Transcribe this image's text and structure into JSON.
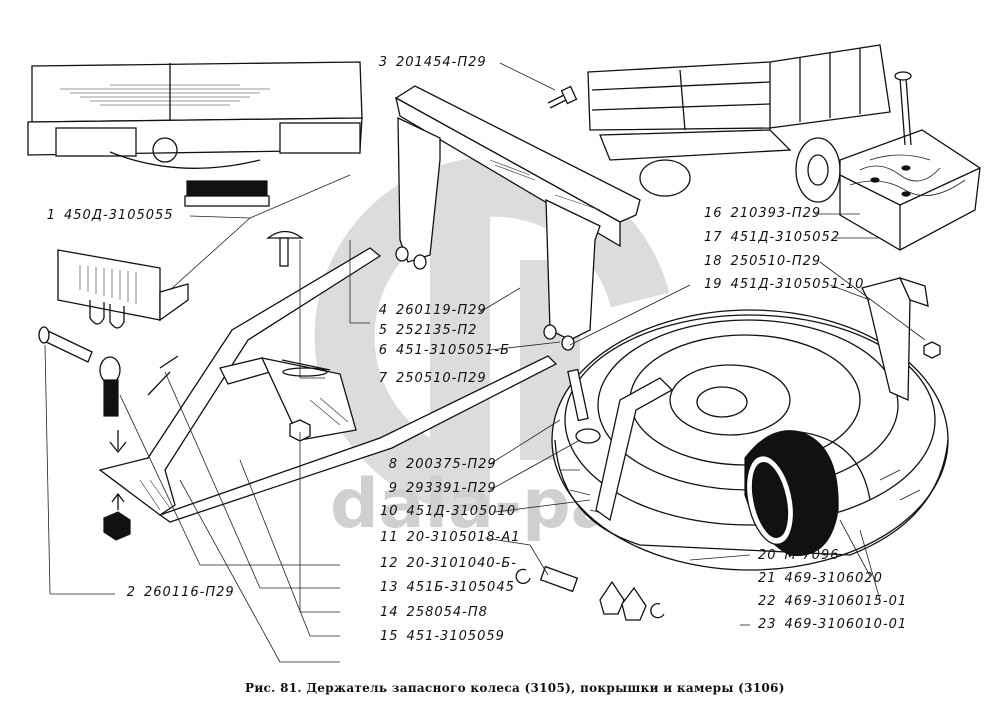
{
  "figure": {
    "caption": "Рис. 81. Держатель запасного колеса (3105), покрышки и камеры (3106)",
    "watermark_text": "dala-parts",
    "watermark_color": "#d0d0d0",
    "line_color": "#111111"
  },
  "parts": [
    {
      "num": "1",
      "code": "450Д-3105055"
    },
    {
      "num": "2",
      "code": "260116-П29"
    },
    {
      "num": "3",
      "code": "201454-П29"
    },
    {
      "num": "4",
      "code": "260119-П29"
    },
    {
      "num": "5",
      "code": "252135-П2"
    },
    {
      "num": "6",
      "code": "451-3105051-Б"
    },
    {
      "num": "7",
      "code": "250510-П29"
    },
    {
      "num": "8",
      "code": "200375-П29"
    },
    {
      "num": "9",
      "code": "293391-П29"
    },
    {
      "num": "10",
      "code": "451Д-3105010"
    },
    {
      "num": "11",
      "code": "20-3105018-А1"
    },
    {
      "num": "12",
      "code": "20-3101040-Б-"
    },
    {
      "num": "13",
      "code": "451Б-3105045"
    },
    {
      "num": "14",
      "code": "258054-П8"
    },
    {
      "num": "15",
      "code": "451-3105059"
    },
    {
      "num": "16",
      "code": "210393-П29"
    },
    {
      "num": "17",
      "code": "451Д-3105052"
    },
    {
      "num": "18",
      "code": "250510-П29"
    },
    {
      "num": "19",
      "code": "451Д-3105051-10"
    },
    {
      "num": "20",
      "code": "М-7096"
    },
    {
      "num": "21",
      "code": "469-3106020"
    },
    {
      "num": "22",
      "code": "469-3106015-01"
    },
    {
      "num": "23",
      "code": "469-3106010-01"
    }
  ],
  "illustrations": [
    {
      "id": "vehicle-rear-inset",
      "depicts": "rear of vehicle body with step"
    },
    {
      "id": "truck-inset",
      "depicts": "truck with cargo bed and spare wheel underneath"
    },
    {
      "id": "wood-block",
      "depicts": "wooden block with bolt"
    },
    {
      "id": "crossbeam",
      "depicts": "crossbeam bracket with hangers"
    },
    {
      "id": "carrier-frame",
      "depicts": "spare wheel carrier frame"
    },
    {
      "id": "spare-wheel",
      "depicts": "spare wheel with tire, inner tube and rim strap"
    },
    {
      "id": "pin-hardware",
      "depicts": "pin, lock rings and lugs"
    }
  ]
}
